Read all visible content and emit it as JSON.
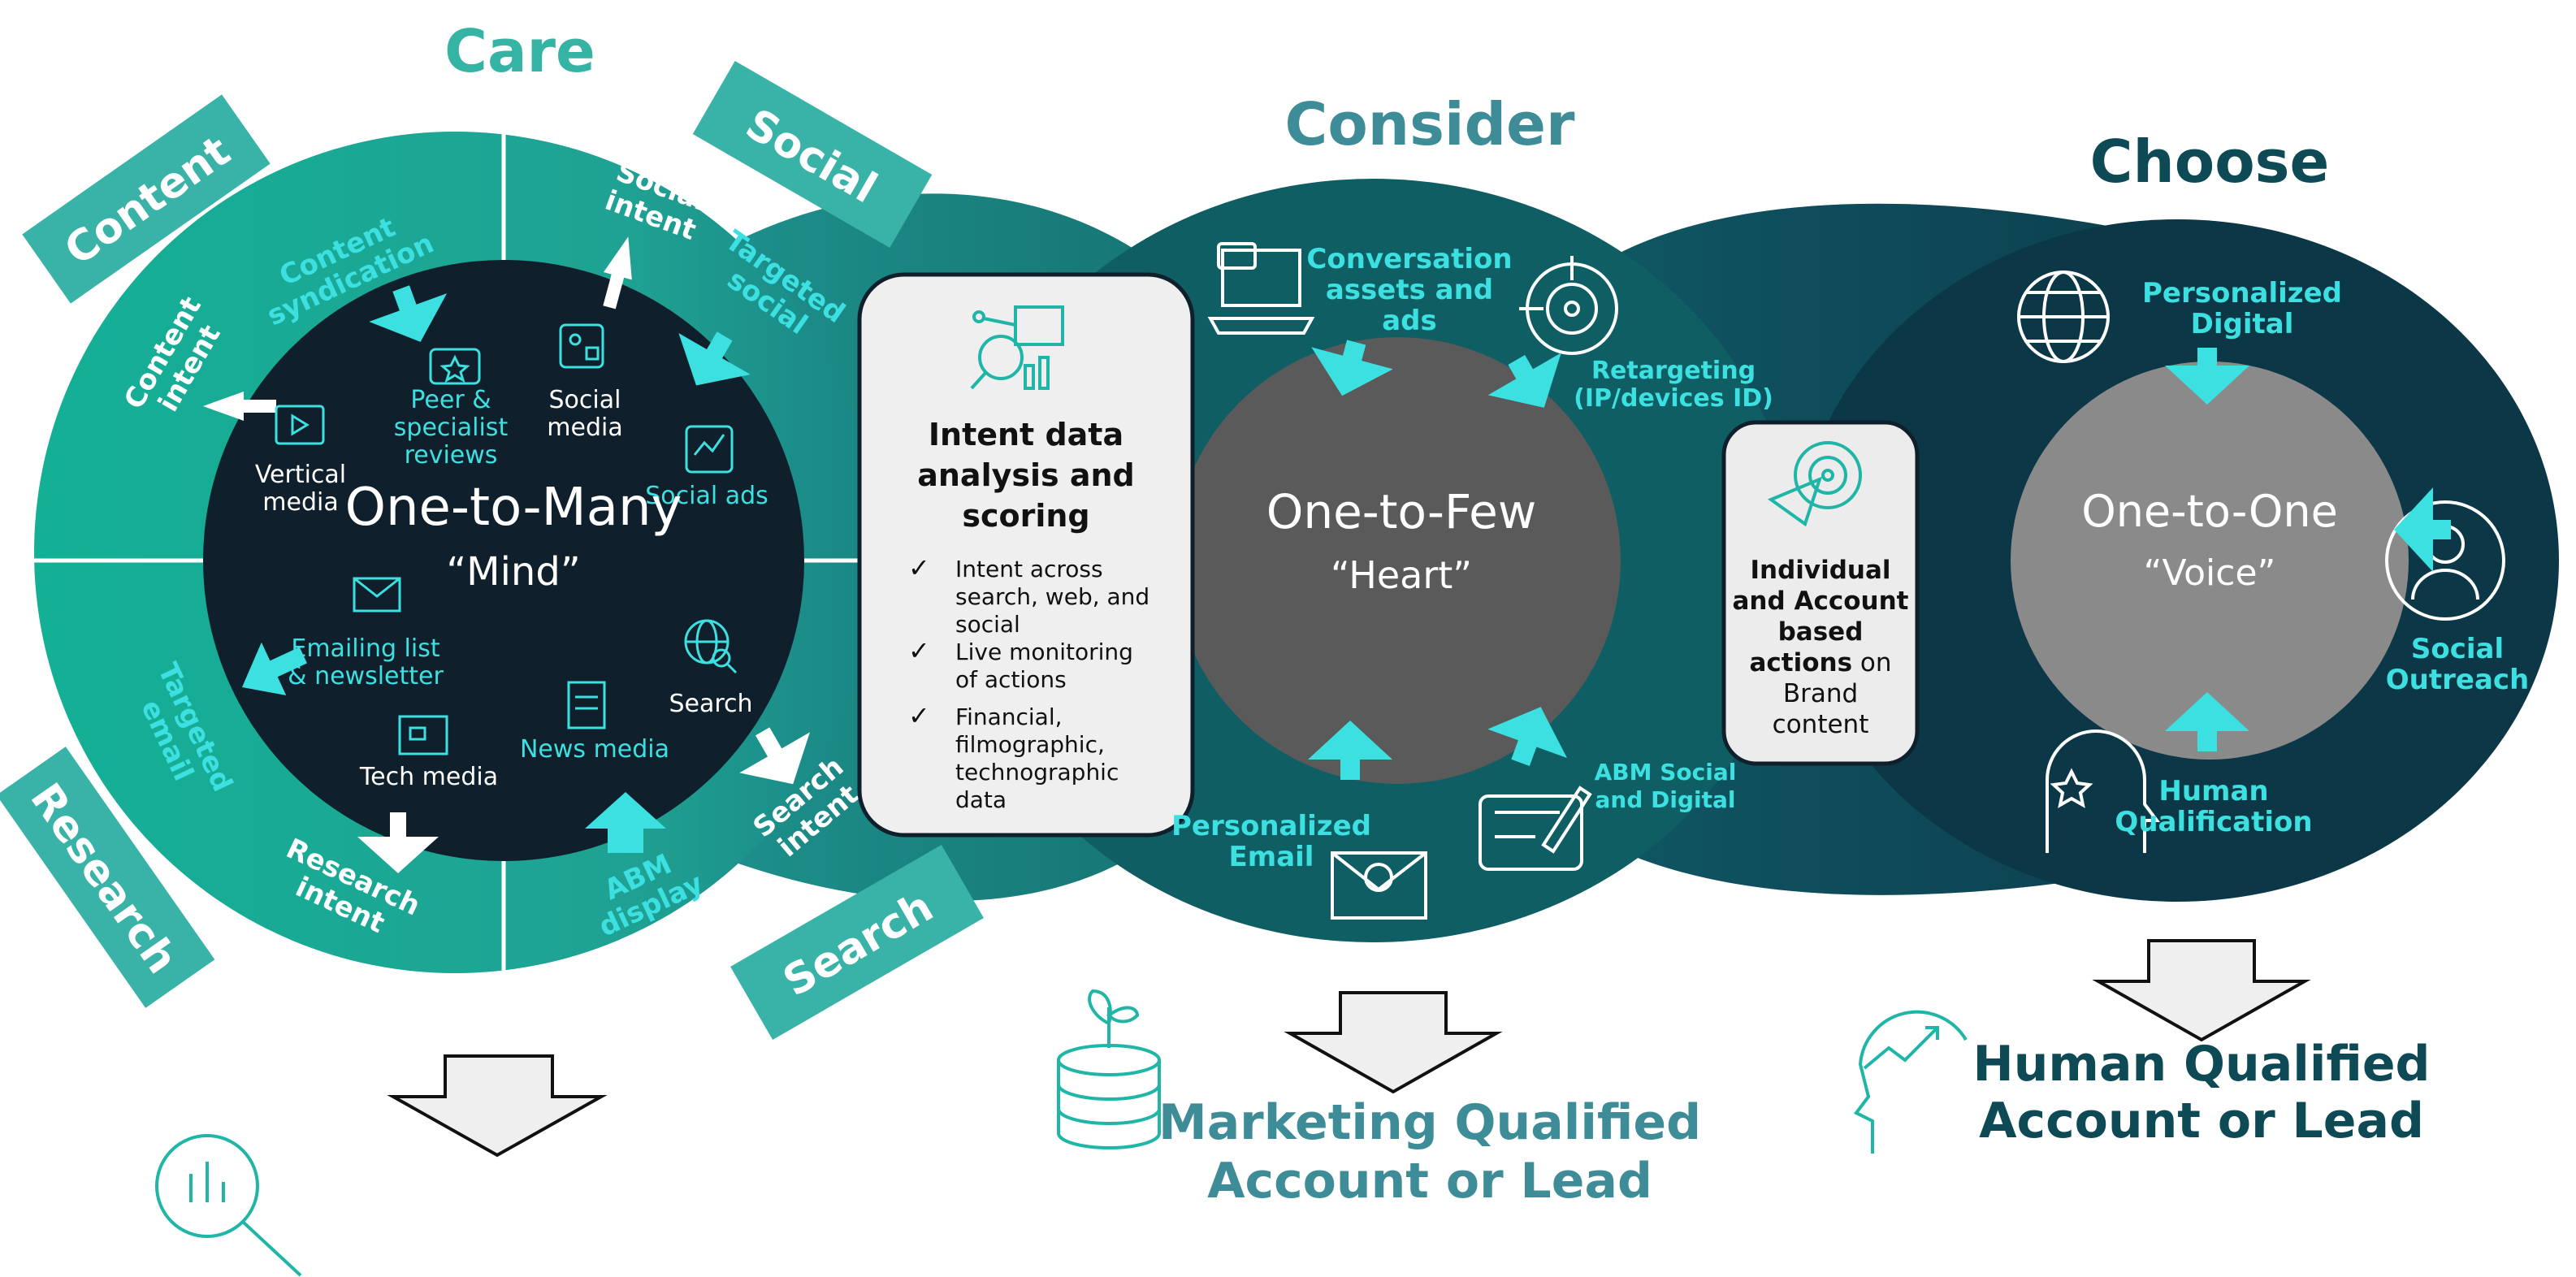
{
  "stages": {
    "care": "Care",
    "consider": "Consider",
    "choose": "Choose"
  },
  "care": {
    "title": "One-to-Many",
    "subtitle": "“Mind”",
    "tags": {
      "content": "Content",
      "social": "Social",
      "research": "Research",
      "search": "Search"
    },
    "ring": {
      "content_syndication": [
        "Content",
        "syndication"
      ],
      "social_intent": [
        "Social",
        "intent"
      ],
      "targeted_social": [
        "Targeted",
        "social"
      ],
      "content_intent": [
        "Content",
        "intent"
      ],
      "targeted_email": [
        "Targeted",
        "email"
      ],
      "research_intent": [
        "Research",
        "intent"
      ],
      "abm_display": [
        "ABM",
        "display"
      ],
      "search_intent": [
        "Search",
        "intent"
      ]
    },
    "channels": {
      "vertical_media": [
        "Vertical",
        "media"
      ],
      "peer_reviews": [
        "Peer &",
        "specialist",
        "reviews"
      ],
      "social_media": [
        "Social",
        "media"
      ],
      "social_ads": "Social ads",
      "emailing_list": [
        "Emailing list",
        "& newsletter"
      ],
      "tech_media": "Tech media",
      "news_media": "News media",
      "search": "Search"
    }
  },
  "intent_box": {
    "title": [
      "Intent data",
      "analysis and",
      "scoring"
    ],
    "items": [
      [
        "Intent across",
        "search, web, and",
        "social"
      ],
      [
        "Live monitoring",
        "of actions"
      ],
      [
        "Financial,",
        "filmographic,",
        "technographic",
        "data"
      ]
    ]
  },
  "consider": {
    "title": "One-to-Few",
    "subtitle": "“Heart”",
    "conversation_assets": [
      "Conversation",
      "assets and",
      "ads"
    ],
    "retargeting": [
      "Retargeting",
      "(IP/devices ID)"
    ],
    "personalized_email": [
      "Personalized",
      "Email"
    ],
    "abm_social": [
      "ABM Social",
      "and Digital"
    ]
  },
  "individual_box": {
    "bold": [
      "Individual",
      "and Account",
      "based",
      "actions"
    ],
    "on": "on",
    "rest": [
      "Brand",
      "content"
    ]
  },
  "choose": {
    "title": "One-to-One",
    "subtitle": "“Voice”",
    "personalized_digital": [
      "Personalized",
      "Digital"
    ],
    "social_outreach": [
      "Social",
      "Outreach"
    ],
    "human_qualification": [
      "Human",
      "Qualification"
    ]
  },
  "outcomes": {
    "mql": [
      "Marketing Qualified",
      "Account or Lead"
    ],
    "hql": [
      "Human Qualified",
      "Account or Lead"
    ]
  },
  "colors": {
    "teal_light": "#1ab59c",
    "teal_mid": "#1f9a8d",
    "teal_dark": "#0e5a62",
    "navy": "#0c3443",
    "core_dark": "#0f1f2b",
    "cyan": "#3de0e0",
    "grey_dark": "#5a5a5a",
    "grey_mid": "#8a8a8a",
    "tag": "#39b3a7",
    "stage_care": "#35b3a4",
    "stage_consider": "#3d8c97",
    "stage_choose": "#0d4a55"
  }
}
